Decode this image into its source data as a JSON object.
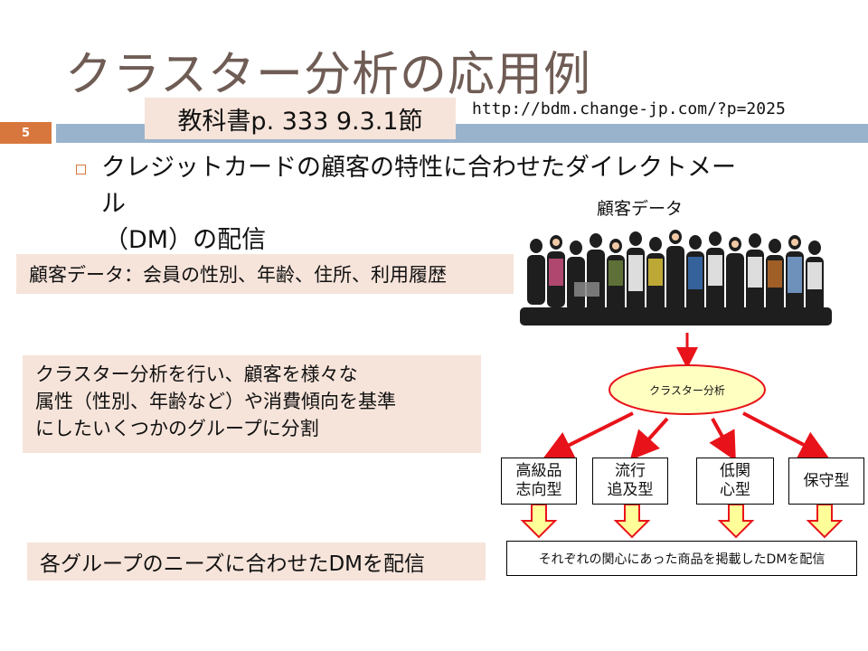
{
  "slide": {
    "title": "クラスター分析の応用例",
    "number": "5",
    "reference": "教科書p. 333 9.3.1節",
    "url": "http://bdm.change-jp.com/?p=2025"
  },
  "bullet": {
    "line1": "クレジットカードの顧客の特性に合わせたダイレクトメール",
    "line2": "（DM）の配信"
  },
  "boxes": {
    "customer_data": "顧客データ：会員の性別、年齢、住所、利用履歴",
    "clustering": [
      "クラスター分析を行い、顧客を様々な",
      "属性（性別、年齢など）や消費傾向を基準",
      "にしたいくつかのグループに分割"
    ],
    "delivery": "各グループのニーズに合わせたDMを配信"
  },
  "diagram": {
    "image_label": "顧客データ",
    "oval_label": "クラスター分析",
    "groups": [
      {
        "line1": "高級品",
        "line2": "志向型"
      },
      {
        "line1": "流行",
        "line2": "追及型"
      },
      {
        "line1": "低関",
        "line2": "心型"
      },
      {
        "line1": "保守型",
        "line2": ""
      }
    ],
    "result": "それぞれの関心にあった商品を掲載したDMを配信",
    "colors": {
      "arrow": "#e8131a",
      "oval_fill": "#ffffc2",
      "down_arrow_fill": "#ffff99"
    }
  }
}
